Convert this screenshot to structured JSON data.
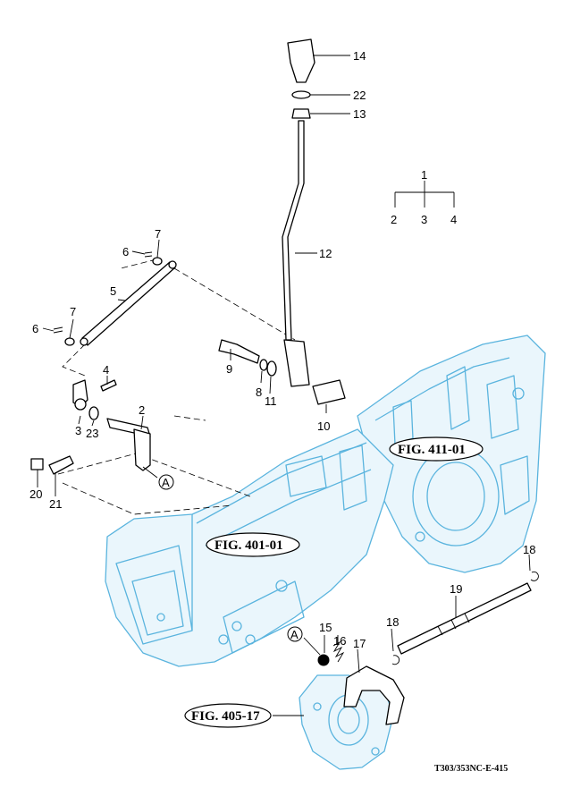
{
  "callouts": {
    "p1": "1",
    "p2": "2",
    "p3": "3",
    "p4": "4",
    "p5": "5",
    "p6a": "6",
    "p6b": "6",
    "p7a": "7",
    "p7b": "7",
    "p8": "8",
    "p9": "9",
    "p10": "10",
    "p11": "11",
    "p12": "12",
    "p13": "13",
    "p14": "14",
    "p15": "15",
    "p16": "16",
    "p17": "17",
    "p18a": "18",
    "p18b": "18",
    "p19": "19",
    "p20": "20",
    "p21": "21",
    "p22": "22",
    "p23": "23"
  },
  "tree": {
    "root": "1",
    "children": [
      "2",
      "3",
      "4"
    ]
  },
  "reference_marker": "A",
  "figure_refs": {
    "fig_411": "FIG. 411-01",
    "fig_401": "FIG. 401-01",
    "fig_405": "FIG. 405-17"
  },
  "drawing_code": "T303/353NC-E-415",
  "colors": {
    "housing": "#5ab4de",
    "parts": "#000000",
    "background": "#ffffff"
  }
}
